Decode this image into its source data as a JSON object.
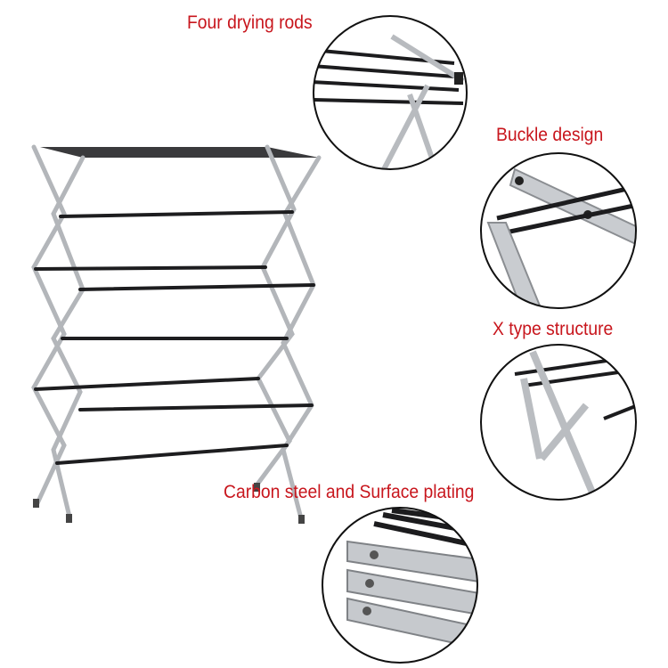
{
  "callouts": {
    "rods": {
      "label": "Four drying rods"
    },
    "buckle": {
      "label": "Buckle design"
    },
    "x": {
      "label": "X type structure"
    },
    "carbon": {
      "label": "Carbon steel and Surface plating"
    }
  },
  "colors": {
    "label_red": "#c8161d",
    "frame_steel": "#b9bcc0",
    "rod_black": "#1d1d1f",
    "circle_outline": "#111111"
  }
}
